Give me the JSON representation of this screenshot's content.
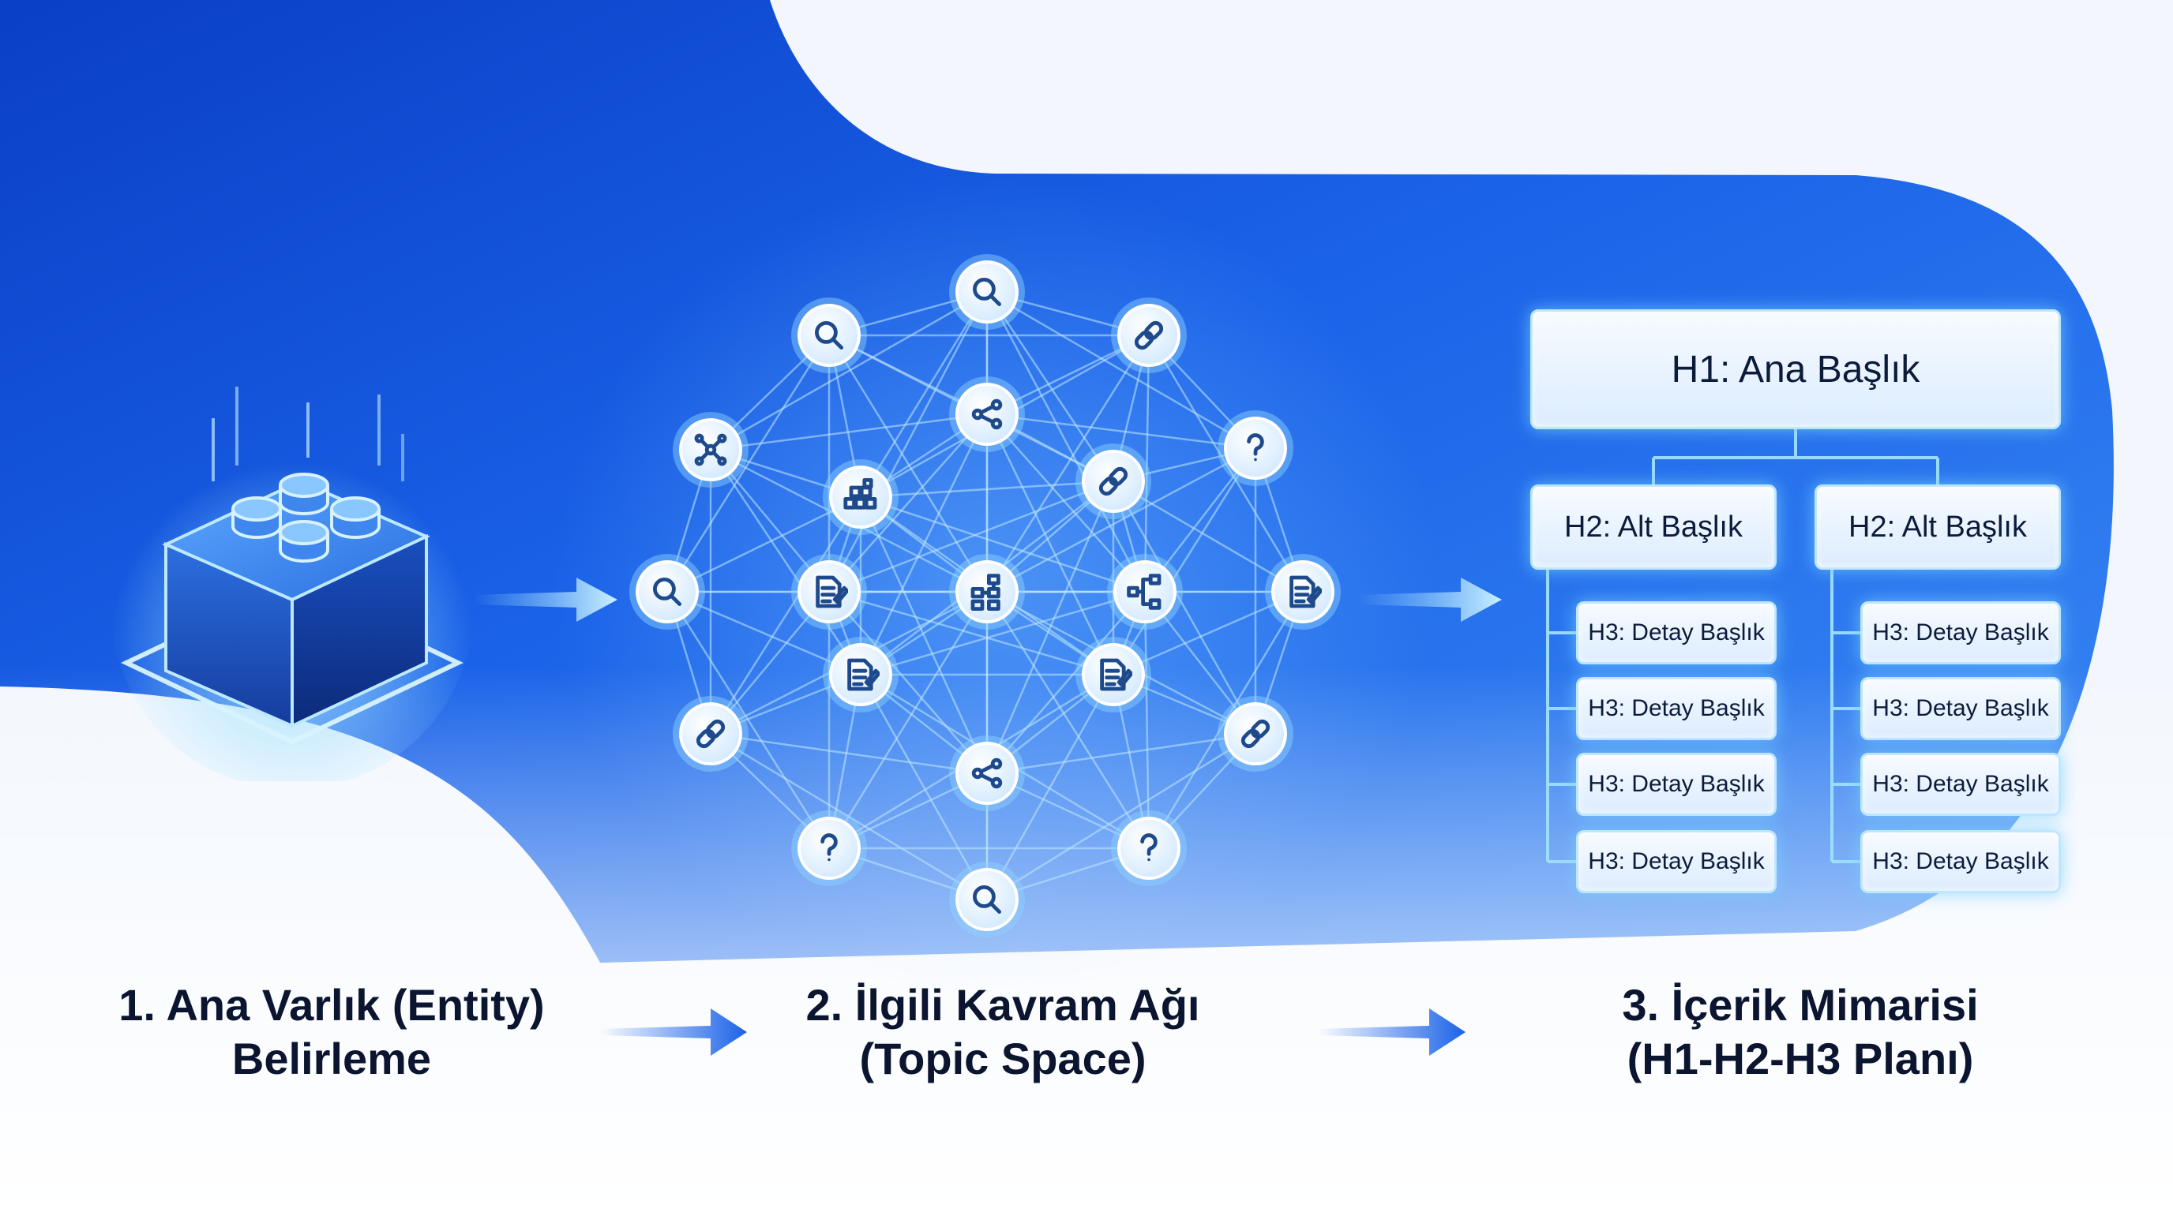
{
  "steps": [
    {
      "line1": "1. Ana Varlık (Entity)",
      "line2": "Belirleme"
    },
    {
      "line1": "2. İlgili Kavram Ağı",
      "line2": "(Topic Space)"
    },
    {
      "line1": "3. İçerik Mimarisi",
      "line2": "(H1-H2-H3 Planı)"
    }
  ],
  "hierarchy": {
    "h1": "H1: Ana Başlık",
    "h2": [
      "H2: Alt Başlık",
      "H2: Alt Başlık"
    ],
    "h3_left": [
      "H3: Detay Başlık",
      "H3: Detay Başlık",
      "H3: Detay Başlık",
      "H3: Detay Başlık"
    ],
    "h3_right": [
      "H3: Detay Başlık",
      "H3: Detay Başlık",
      "H3: Detay Başlık",
      "H3: Detay Başlık"
    ]
  },
  "network_nodes": [
    {
      "id": 0,
      "icon": "search-icon"
    },
    {
      "id": 1,
      "icon": "search-icon"
    },
    {
      "id": 2,
      "icon": "link-icon"
    },
    {
      "id": 3,
      "icon": "nodes-icon"
    },
    {
      "id": 4,
      "icon": "share-icon"
    },
    {
      "id": 5,
      "icon": "question-icon"
    },
    {
      "id": 6,
      "icon": "blocks-icon"
    },
    {
      "id": 7,
      "icon": "link-icon"
    },
    {
      "id": 8,
      "icon": "search-icon"
    },
    {
      "id": 9,
      "icon": "document-icon"
    },
    {
      "id": 10,
      "icon": "hierarchy-icon"
    },
    {
      "id": 11,
      "icon": "flow-icon"
    },
    {
      "id": 12,
      "icon": "document-icon"
    },
    {
      "id": 13,
      "icon": "document-icon"
    },
    {
      "id": 14,
      "icon": "document-icon"
    },
    {
      "id": 15,
      "icon": "link-icon"
    },
    {
      "id": 16,
      "icon": "link-icon"
    },
    {
      "id": 17,
      "icon": "share-icon"
    },
    {
      "id": 18,
      "icon": "question-icon"
    },
    {
      "id": 19,
      "icon": "question-icon"
    },
    {
      "id": 20,
      "icon": "search-icon"
    }
  ],
  "colors": {
    "primary_blue": "#1a5ee6",
    "deep_blue": "#0b3fc9",
    "glow": "#7fd3ff",
    "light_bg": "#f2f6fc",
    "text_dark": "#0b1530"
  }
}
